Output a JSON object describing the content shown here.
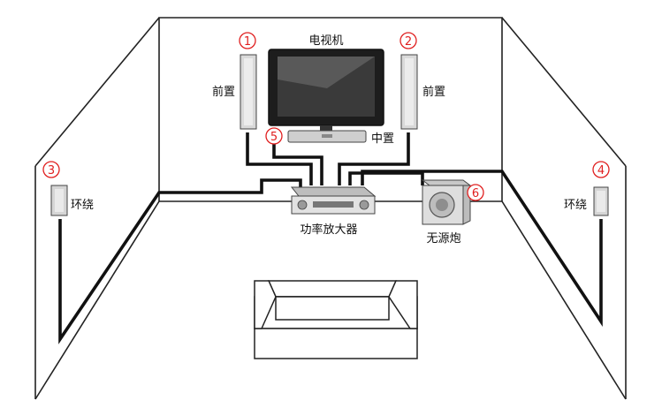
{
  "labels": {
    "tv": "电视机",
    "front_left": "前置",
    "front_right": "前置",
    "center": "中置",
    "surround_left": "环绕",
    "surround_right": "环绕",
    "amplifier": "功率放大器",
    "subwoofer": "无源炮"
  },
  "markers": {
    "front_left": "1",
    "front_right": "2",
    "surround_left": "3",
    "surround_right": "4",
    "center": "5",
    "subwoofer": "6"
  },
  "colors": {
    "wire": "#111111",
    "marker": "#e02020",
    "line": "#222222"
  }
}
